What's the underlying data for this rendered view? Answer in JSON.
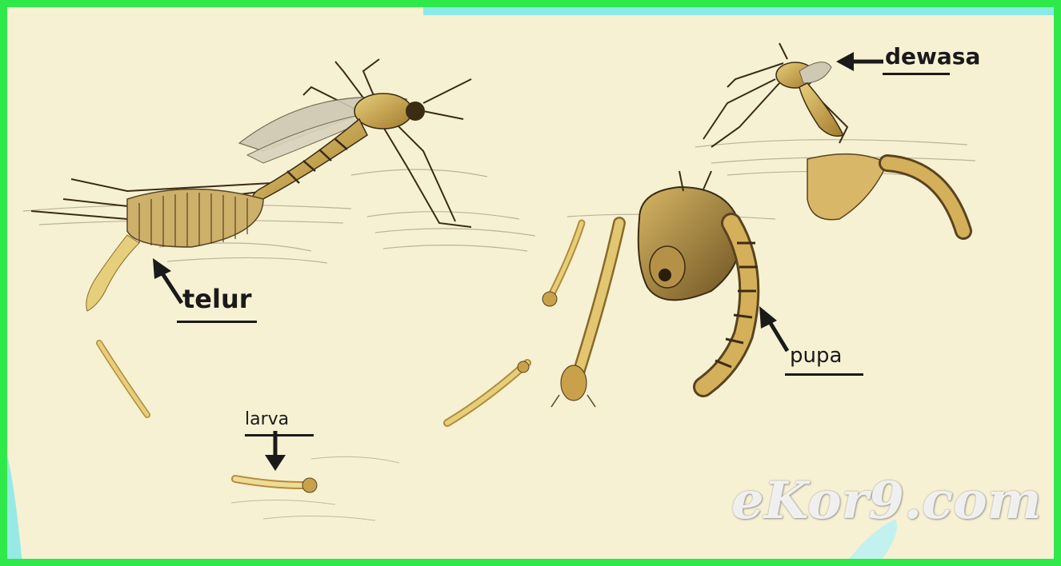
{
  "diagram": {
    "labels": {
      "egg": "telur",
      "larva": "larva",
      "pupa": "pupa",
      "adult": "dewasa"
    },
    "watermark": {
      "brand": "eKor9.com"
    },
    "colors": {
      "frame": "#2fe84a",
      "paper": "#f7f1d3",
      "accent_swoosh": "#7ee8e8",
      "ink": "#1a1a1a",
      "insect_body": "#c9a14a",
      "insect_dark": "#5a4320",
      "larva_body": "#e6cf7a"
    }
  }
}
